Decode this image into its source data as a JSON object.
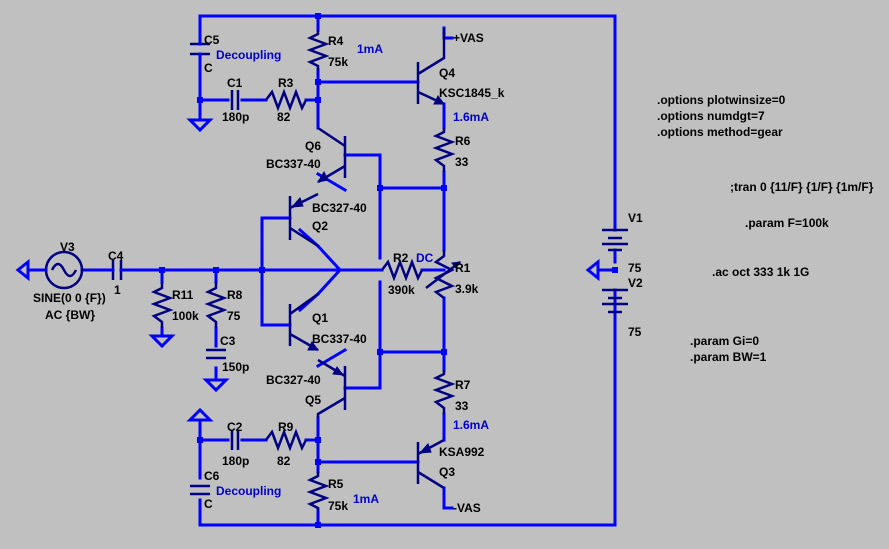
{
  "components": {
    "C5": {
      "name": "C5",
      "value": "C"
    },
    "C6": {
      "name": "C6",
      "value": "C"
    },
    "C1": {
      "name": "C1",
      "value": "180p"
    },
    "C2": {
      "name": "C2",
      "value": "180p"
    },
    "C3": {
      "name": "C3",
      "value": "150p"
    },
    "C4": {
      "name": "C4",
      "value": "1"
    },
    "R1": {
      "name": "R1",
      "value": "3.9k"
    },
    "R2": {
      "name": "R2",
      "value": "390k"
    },
    "R3": {
      "name": "R3",
      "value": "82"
    },
    "R4": {
      "name": "R4",
      "value": "75k"
    },
    "R5": {
      "name": "R5",
      "value": "75k"
    },
    "R6": {
      "name": "R6",
      "value": "33"
    },
    "R7": {
      "name": "R7",
      "value": "33"
    },
    "R8": {
      "name": "R8",
      "value": "75"
    },
    "R9": {
      "name": "R9",
      "value": "82"
    },
    "R11": {
      "name": "R11",
      "value": "100k"
    },
    "Q1": {
      "name": "Q1",
      "model": "BC337-40"
    },
    "Q2": {
      "name": "Q2",
      "model": "BC327-40"
    },
    "Q3": {
      "name": "Q3",
      "model": "KSA992"
    },
    "Q4": {
      "name": "Q4",
      "model": "KSC1845_k"
    },
    "Q5": {
      "name": "Q5",
      "model": "BC327-40"
    },
    "Q6": {
      "name": "Q6",
      "model": "BC337-40"
    },
    "V1": {
      "name": "V1",
      "value": "75"
    },
    "V2": {
      "name": "V2",
      "value": "75"
    },
    "V3": {
      "name": "V3",
      "value_line1": "SINE(0 0 {F})",
      "value_line2": "AC {BW}"
    }
  },
  "net_labels": {
    "vas_top": "+VAS",
    "vas_bottom": "-VAS",
    "decoupling_top": "Decoupling",
    "decoupling_bottom": "Decoupling",
    "dc": "DC",
    "current_r4": "1mA",
    "current_r5": "1mA",
    "current_q4": "1.6mA",
    "current_q3": "1.6mA"
  },
  "directives": [
    ".options plotwinsize=0",
    ".options numdgt=7",
    ".options method=gear",
    ";tran 0 {11/F} {1/F} {1m/F}",
    ".param F=100k",
    ".ac oct 333 1k 1G",
    ".param Gi=0",
    ".param BW=1"
  ],
  "colors": {
    "background": "#c0c0c0",
    "wire": "#0000ff",
    "component": "#000080",
    "net_label": "#0000c8",
    "text": "#000000"
  }
}
